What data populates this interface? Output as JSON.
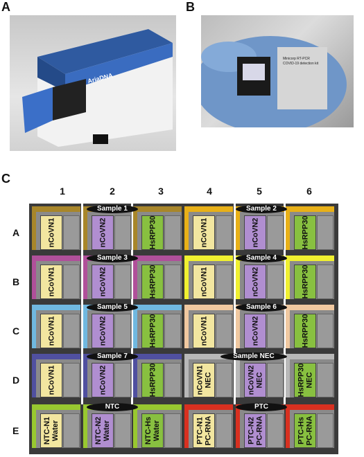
{
  "panels": {
    "a": "A",
    "b": "B",
    "c": "C"
  },
  "photo_a": {
    "device_label": "AriaDNA"
  },
  "photo_b": {
    "packet_line1": "Minicorp RT-PCR",
    "packet_line2": "COVID-19 detection kit"
  },
  "grid": {
    "columns": [
      "1",
      "2",
      "3",
      "4",
      "5",
      "6"
    ],
    "rows": [
      "A",
      "B",
      "C",
      "D",
      "E"
    ],
    "sample_labels": [
      "Sample 1",
      "Sample 2",
      "Sample 3",
      "Sample 4",
      "Sample 5",
      "Sample 6",
      "Sample 7",
      "Sample NEC",
      "NTC",
      "PTC"
    ],
    "wells": {
      "A": [
        "nCoVN1",
        "nCoVN2",
        "HsRPP30",
        "nCoVN1",
        "nCoVN2",
        "HsRPP30"
      ],
      "B": [
        "nCoVN1",
        "nCoVN2",
        "HsRPP30",
        "nCoVN1",
        "nCoVN2",
        "HsRPP30"
      ],
      "C": [
        "nCoVN1",
        "nCoVN2",
        "HsRPP30",
        "nCoVN1",
        "nCoVN2",
        "HsRPP30"
      ],
      "D": [
        "nCoVN1",
        "nCoVN2",
        "HsRPP30",
        "nCoVN1 NEC",
        "nCoVN2 NEC",
        "HsRPP30 NEC"
      ],
      "E": [
        "NTC-N1 Water",
        "NTC-N2 Water",
        "NTC-Hs Water",
        "PTC-N1 PC-RNA",
        "PTC-N2 PC-RNA",
        "PTC-Hs PC-RNA"
      ]
    },
    "colors": {
      "band_A_left": "#a8862a",
      "band_A_right": "#e8b018",
      "band_B_left": "#b0509a",
      "band_B_right": "#f0f030",
      "band_C_left": "#70b8e0",
      "band_C_right": "#f0c8a0",
      "band_D_left": "#5050a0",
      "band_D_right": "#b8b8b8",
      "band_E_left": "#98c830",
      "band_E_right": "#d83020",
      "tube_N1": "#f2e6a0",
      "tube_N2": "#b08ed0",
      "tube_Hs": "#88c040"
    }
  }
}
